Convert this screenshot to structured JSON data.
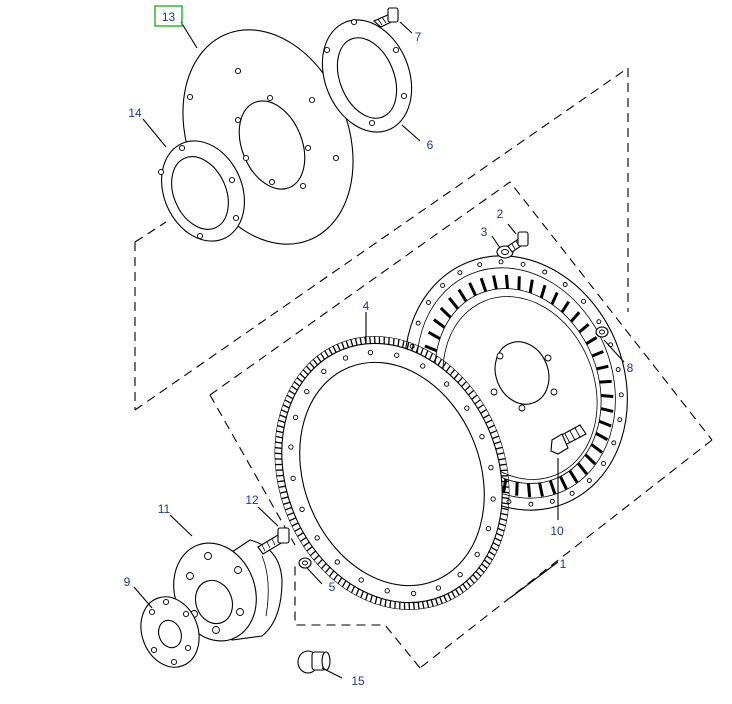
{
  "callouts": {
    "c13": "13",
    "c7": "7",
    "c14": "14",
    "c6": "6",
    "c2": "2",
    "c3": "3",
    "c4": "4",
    "c8": "8",
    "c11": "11",
    "c12": "12",
    "c10": "10",
    "c9": "9",
    "c5": "5",
    "c1": "1",
    "c15": "15"
  },
  "colors": {
    "callout_text": "#1a3a9a",
    "highlight_box": "#22b322",
    "line": "#000000"
  }
}
